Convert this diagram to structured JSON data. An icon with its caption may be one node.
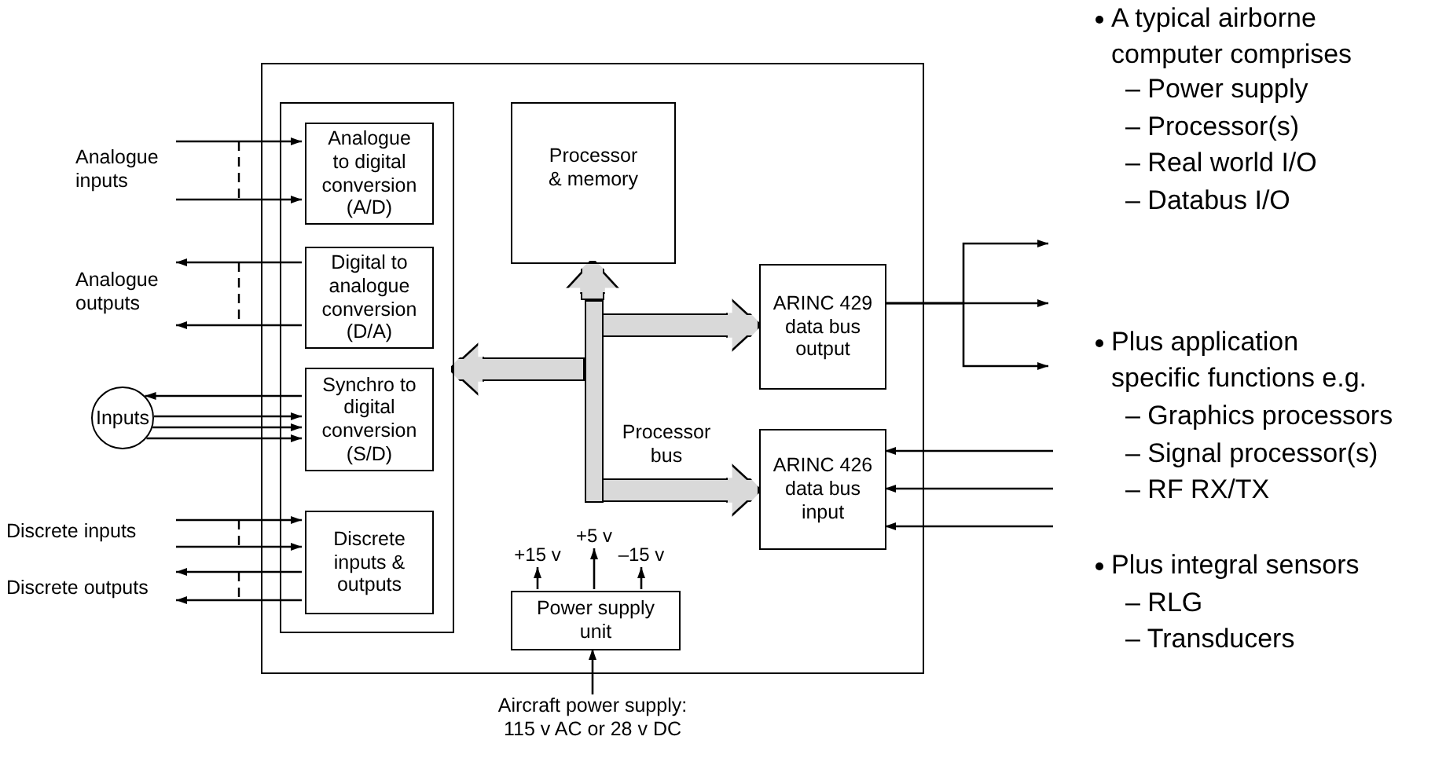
{
  "diagram": {
    "nodes": [
      {
        "text": [],
        "shape": "box"
      },
      {
        "text": [],
        "shape": "box",
        "in": 0
      },
      {
        "text": [
          "Analogue to digital conversion (A/D)"
        ],
        "in": 1
      },
      {
        "text": [
          "Digital to analogue conversion (D/A)"
        ],
        "in": 1
      },
      {
        "text": [
          "Synchro to digital conversion (S/D)"
        ],
        "in": 1
      },
      {
        "text": [
          "Discrete inputs & outputs"
        ],
        "in": 1
      },
      {
        "text": [
          "Processor & memory"
        ],
        "in": 0
      },
      {
        "text": [
          "ARINC 429 data bus output"
        ],
        "in": 0
      },
      {
        "text": [
          "ARINC 426 data bus input"
        ],
        "in": 0
      },
      {
        "text": [
          "Power supply unit"
        ],
        "in": 0
      },
      {
        "text": [
          "Analogue inputs"
        ]
      },
      {
        "text": [
          "Analogue outputs"
        ]
      },
      {
        "text": [
          "Inputs"
        ]
      },
      {
        "text": [
          "Discrete inputs"
        ]
      },
      {
        "text": [
          "Discrete outputs"
        ]
      },
      {
        "text": [
          "Aircraft power supply: 115 v AC or 28 v DC"
        ]
      },
      {
        "text": [],
        "shape": "bar",
        "in": 0,
        "beside": [
          "Processor bus"
        ]
      }
    ],
    "edges": [
      {
        "from": 10,
        "to": 2,
        "arrow": "to"
      },
      {
        "from": 10,
        "to": 2,
        "arrow": "to"
      },
      {
        "from": 3,
        "to": 11,
        "arrow": "to"
      },
      {
        "from": 3,
        "to": 11,
        "arrow": "to"
      },
      {
        "from": 4,
        "to": 12,
        "arrow": "to"
      },
      {
        "from": 12,
        "to": 4,
        "arrow": "to"
      },
      {
        "from": 12,
        "to": 4,
        "arrow": "to"
      },
      {
        "from": 12,
        "to": 4,
        "arrow": "to"
      },
      {
        "from": 13,
        "to": 5,
        "arrow": "to"
      },
      {
        "from": 13,
        "to": 5,
        "arrow": "to"
      },
      {
        "from": 5,
        "to": 14,
        "arrow": "to"
      },
      {
        "from": 5,
        "to": 14,
        "arrow": "to"
      },
      {
        "from": 15,
        "to": 9,
        "arrow": "to"
      },
      {
        "from": 9,
        "to": null,
        "arrow": "to",
        "label": "+15 v"
      },
      {
        "from": 9,
        "to": null,
        "arrow": "to",
        "label": "+5 v"
      },
      {
        "from": 9,
        "to": null,
        "arrow": "to",
        "label": "–15 v"
      },
      {
        "from": 16,
        "to": 6,
        "arrow": "to",
        "style": "thick",
        "color": "#d9d9d9"
      },
      {
        "from": 16,
        "to": 1,
        "arrow": "to",
        "style": "thick",
        "color": "#d9d9d9"
      },
      {
        "from": 16,
        "to": 7,
        "arrow": "to",
        "style": "thick",
        "color": "#d9d9d9"
      },
      {
        "from": 16,
        "to": 8,
        "arrow": "to",
        "style": "thick",
        "color": "#d9d9d9"
      },
      {
        "from": 7,
        "to": null,
        "arrow": "to"
      },
      {
        "from": 7,
        "to": null,
        "arrow": "to"
      },
      {
        "from": 7,
        "to": null,
        "arrow": "to"
      },
      {
        "from": null,
        "to": 8,
        "arrow": "to"
      },
      {
        "from": null,
        "to": 8,
        "arrow": "to"
      },
      {
        "from": null,
        "to": 8,
        "arrow": "to"
      }
    ],
    "labels": [
      "A typical airborne computer comprises",
      "– Power supply",
      "– Processor(s)",
      "– Real world I/O",
      "– Databus I/O",
      "Plus application specific functions e.g.",
      "– Graphics processors",
      "– Signal processor(s)",
      "– RF RX/TX",
      "Plus integral sensors",
      "– RLG",
      "– Transducers"
    ]
  }
}
